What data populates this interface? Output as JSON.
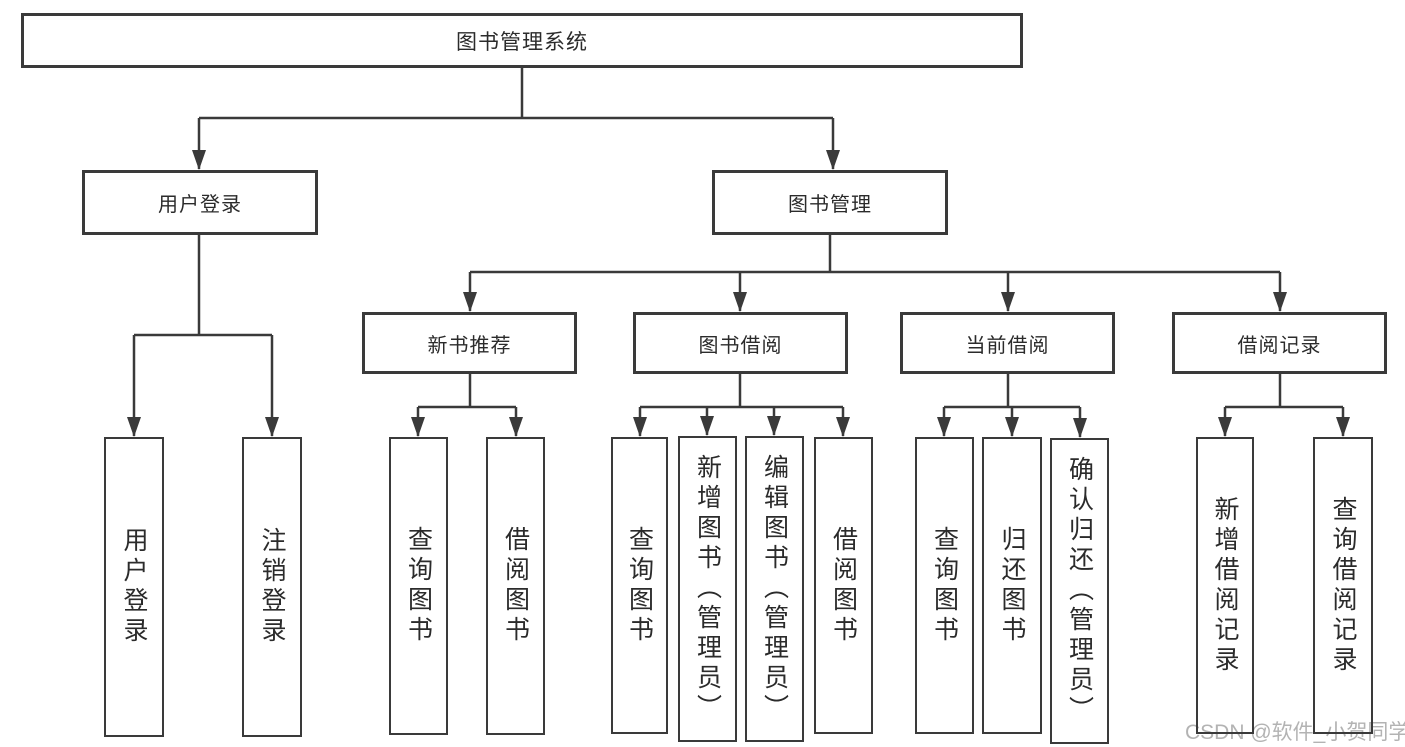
{
  "diagram_type": "hierarchy-tree",
  "tree": {
    "label": "图书管理系统",
    "children": [
      {
        "label": "用户登录",
        "children": [
          {
            "label": "用户登录"
          },
          {
            "label": "注销登录"
          }
        ]
      },
      {
        "label": "图书管理",
        "children": [
          {
            "label": "新书推荐",
            "children": [
              {
                "label": "查询图书"
              },
              {
                "label": "借阅图书"
              }
            ]
          },
          {
            "label": "图书借阅",
            "children": [
              {
                "label": "查询图书"
              },
              {
                "label": "新增图书（管理员）"
              },
              {
                "label": "编辑图书（管理员）"
              },
              {
                "label": "借阅图书"
              }
            ]
          },
          {
            "label": "当前借阅",
            "children": [
              {
                "label": "查询图书"
              },
              {
                "label": "归还图书"
              },
              {
                "label": "确认归还（管理员）"
              }
            ]
          },
          {
            "label": "借阅记录",
            "children": [
              {
                "label": "新增借阅记录"
              },
              {
                "label": "查询借阅记录"
              }
            ]
          }
        ]
      }
    ]
  },
  "watermark": {
    "text": "CSDN @软件_小贺同学"
  },
  "colors": {
    "line": "#3a3a3a",
    "box_border": "#3a3a3a",
    "text": "#2b2b2b",
    "watermark": "#b3b3b3",
    "background": "#ffffff"
  }
}
